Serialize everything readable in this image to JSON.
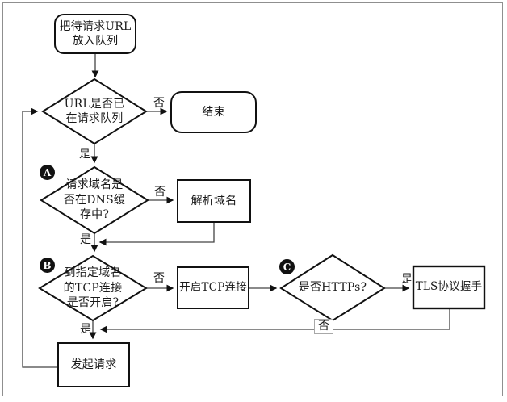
{
  "diagram": {
    "nodes": {
      "start": {
        "label": "把待请求URL\n放入队列"
      },
      "d1": {
        "label": "URL是否已\n在请求队列"
      },
      "end": {
        "label": "结束"
      },
      "dns": {
        "label": "请求域名是\n否在DNS缓\n存中?"
      },
      "resolve": {
        "label": "解析域名"
      },
      "tcp": {
        "label": "到指定域名\n的TCP连接\n是否开启?"
      },
      "opentcp": {
        "label": "开启TCP连接"
      },
      "https": {
        "label": "是否HTTPs?"
      },
      "tls": {
        "label": "TLS协议握手"
      },
      "request": {
        "label": "发起请求"
      }
    },
    "badges": {
      "a": "A",
      "b": "B",
      "c": "C"
    },
    "edge_labels": {
      "d1_no": "否",
      "d1_yes": "是",
      "dns_no": "否",
      "dns_yes": "是",
      "tcp_no": "否",
      "tcp_yes": "是",
      "https_yes": "是",
      "https_no": "否"
    },
    "colors": {
      "line": "#444444",
      "shape_border": "#111111",
      "badge_bg": "#111111",
      "badge_text": "#ffffff",
      "frame": "#8f8f8f",
      "text": "#1a1a1a"
    }
  }
}
